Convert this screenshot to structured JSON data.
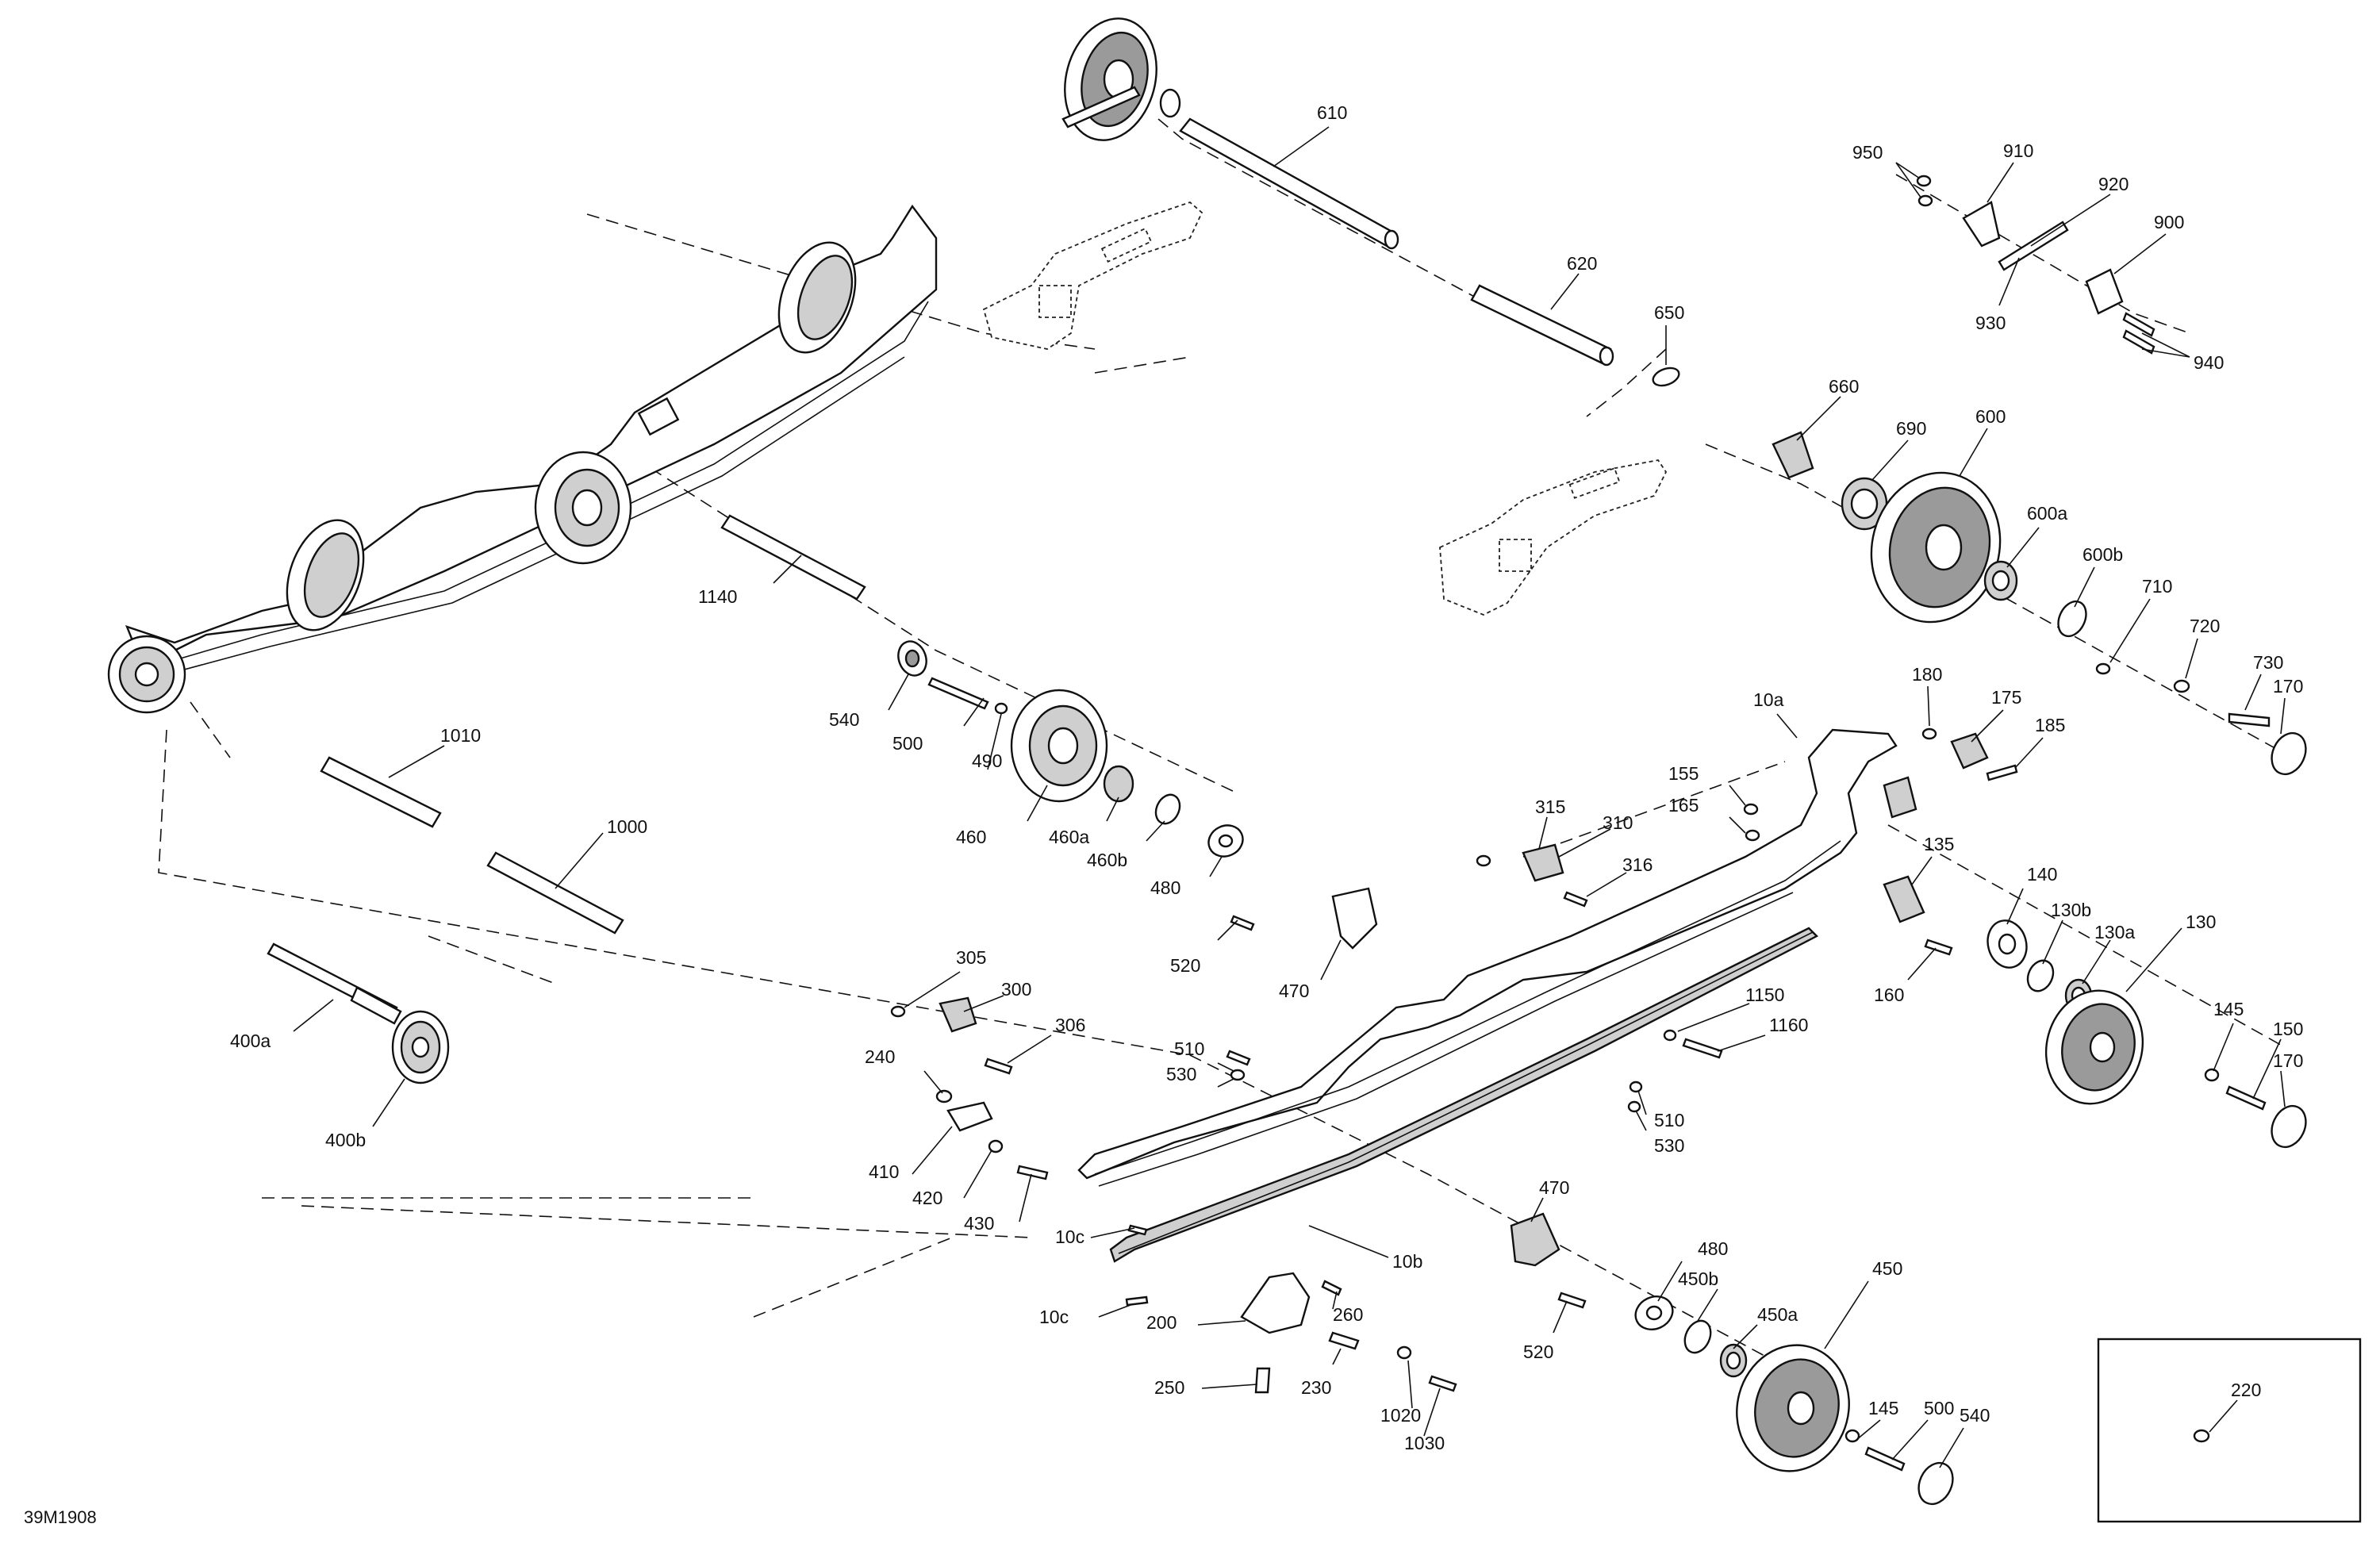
{
  "document_id": "39M1908",
  "callouts": {
    "c610": "610",
    "c620": "620",
    "c650": "650",
    "c950": "950",
    "c910": "910",
    "c920": "920",
    "c900": "900",
    "c930": "930",
    "c940": "940",
    "c660": "660",
    "c690": "690",
    "c600": "600",
    "c600a": "600a",
    "c600b": "600b",
    "c710": "710",
    "c720": "720",
    "c730": "730",
    "c170a": "170",
    "c1140": "1140",
    "c540a": "540",
    "c500a": "500",
    "c490": "490",
    "c460": "460",
    "c460a": "460a",
    "c460b": "460b",
    "c480a": "480",
    "c10a": "10a",
    "c180": "180",
    "c175": "175",
    "c185": "185",
    "c155": "155",
    "c165": "165",
    "c315": "315",
    "c310": "310",
    "c316": "316",
    "c135": "135",
    "c1010": "1010",
    "c1000": "1000",
    "c520a": "520",
    "c470a": "470",
    "c140": "140",
    "c130b": "130b",
    "c130a": "130a",
    "c130": "130",
    "c160": "160",
    "c305": "305",
    "c300": "300",
    "c306": "306",
    "c1150": "1150",
    "c1160": "1160",
    "c400a": "400a",
    "c400b": "400b",
    "c240": "240",
    "c510a": "510",
    "c530a": "530",
    "c510b": "510",
    "c530b": "530",
    "c145a": "145",
    "c150": "150",
    "c170b": "170",
    "c410": "410",
    "c420": "420",
    "c430": "430",
    "c470b": "470",
    "c10c1": "10c",
    "c10b": "10b",
    "c480b": "480",
    "c450b": "450b",
    "c450a": "450a",
    "c450": "450",
    "c10c2": "10c",
    "c200": "200",
    "c260": "260",
    "c520b": "520",
    "c250": "250",
    "c230": "230",
    "c1020": "1020",
    "c1030": "1030",
    "c145b": "145",
    "c500b": "500",
    "c540b": "540",
    "c220": "220"
  }
}
